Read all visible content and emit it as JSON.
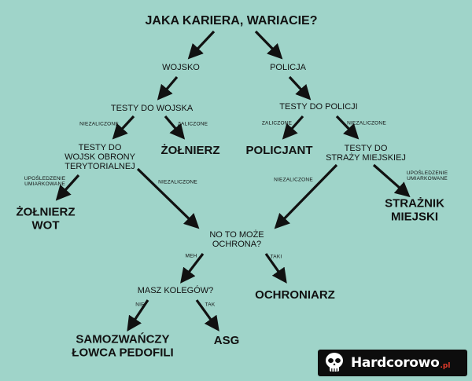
{
  "title": "JAKA KARIERA, WARIACIE?",
  "nodes": {
    "wojsko": "WOJSKO",
    "policja": "POLICJA",
    "testy_wojska": "TESTY DO WOJSKA",
    "testy_policji": "TESTY DO POLICJI",
    "testy_wot": "TESTY DO\nWOJSK OBRONY\nTERYTORIALNEJ",
    "zolnierz": "ŻOŁNIERZ",
    "policjant": "POLICJANT",
    "testy_strazy": "TESTY DO\nSTRAŻY MIEJSKIEJ",
    "zolnierz_wot": "ŻOŁNIERZ\nWOT",
    "straznik": "STRAŻNIK\nMIEJSKI",
    "ochrona": "NO TO MOŻE\nOCHRONA?",
    "masz_kolegow": "MASZ KOLEGÓW?",
    "ochroniarz": "OCHRONIARZ",
    "samozwanczy": "SAMOZWAŃCZY\nŁOWCA PEDOFILI",
    "asg": "ASG"
  },
  "edges": {
    "niezaliczone_wojsko": "NIEZALICZONE",
    "zaliczone_wojsko": "ZALICZONE",
    "zaliczone_policja": "ZALICZONE",
    "niezaliczone_policja": "NIEZALICZONE",
    "uposledzenie_left": "UPOŚLEDZENIE\nUMIARKOWANE",
    "niezaliczone_wot": "NIEZALICZONE",
    "niezaliczone_straz": "NIEZALICZONE",
    "uposledzenie_right": "UPOŚLEDZENIE\nUMIARKOWANE",
    "meh": "MEH",
    "taki": "TAKI",
    "nie": "NIE",
    "tak": "TAK"
  },
  "watermark": {
    "name": "Hardcorowo",
    "tld": ".pl",
    "icon": "skull-icon"
  }
}
